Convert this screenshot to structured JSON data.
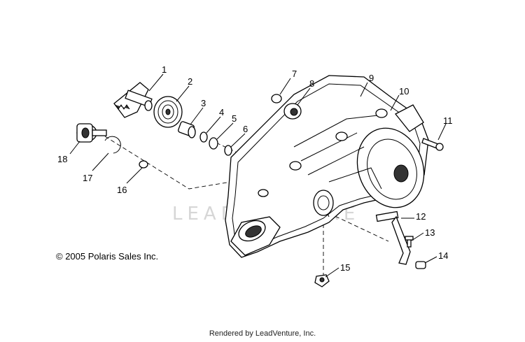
{
  "diagram": {
    "callouts": [
      "1",
      "2",
      "3",
      "4",
      "5",
      "6",
      "7",
      "8",
      "9",
      "10",
      "11",
      "12",
      "13",
      "14",
      "15",
      "16",
      "17",
      "18"
    ],
    "copyright": "© 2005 Polaris Sales Inc.",
    "watermark": "LEADVENTURE",
    "footer": "Rendered by LeadVenture, Inc."
  }
}
